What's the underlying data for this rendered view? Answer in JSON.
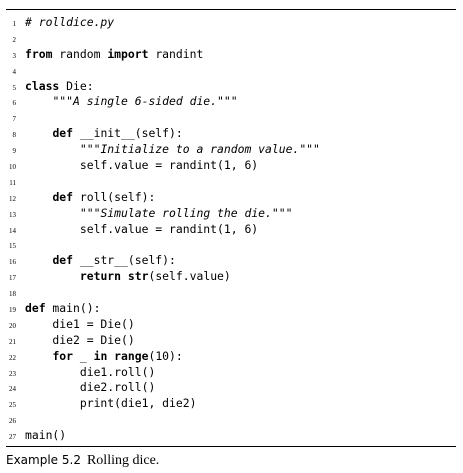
{
  "listing": {
    "lines": [
      {
        "n": "1",
        "segments": [
          {
            "s": "i",
            "t": "# rolldice.py"
          }
        ]
      },
      {
        "n": "2",
        "segments": []
      },
      {
        "n": "3",
        "segments": [
          {
            "s": "b",
            "t": "from"
          },
          {
            "s": "",
            "t": " random "
          },
          {
            "s": "b",
            "t": "import"
          },
          {
            "s": "",
            "t": " randint"
          }
        ]
      },
      {
        "n": "4",
        "segments": []
      },
      {
        "n": "5",
        "segments": [
          {
            "s": "b",
            "t": "class"
          },
          {
            "s": "",
            "t": " Die:"
          }
        ]
      },
      {
        "n": "6",
        "segments": [
          {
            "s": "",
            "t": "    "
          },
          {
            "s": "i",
            "t": "\"\"\"A single 6-sided die.\"\"\""
          }
        ]
      },
      {
        "n": "7",
        "segments": []
      },
      {
        "n": "8",
        "segments": [
          {
            "s": "",
            "t": "    "
          },
          {
            "s": "b",
            "t": "def"
          },
          {
            "s": "",
            "t": " __init__(self):"
          }
        ]
      },
      {
        "n": "9",
        "segments": [
          {
            "s": "",
            "t": "        "
          },
          {
            "s": "i",
            "t": "\"\"\"Initialize to a random value.\"\"\""
          }
        ]
      },
      {
        "n": "10",
        "segments": [
          {
            "s": "",
            "t": "        self.value = randint(1, 6)"
          }
        ]
      },
      {
        "n": "11",
        "segments": []
      },
      {
        "n": "12",
        "segments": [
          {
            "s": "",
            "t": "    "
          },
          {
            "s": "b",
            "t": "def"
          },
          {
            "s": "",
            "t": " roll(self):"
          }
        ]
      },
      {
        "n": "13",
        "segments": [
          {
            "s": "",
            "t": "        "
          },
          {
            "s": "i",
            "t": "\"\"\"Simulate rolling the die.\"\"\""
          }
        ]
      },
      {
        "n": "14",
        "segments": [
          {
            "s": "",
            "t": "        self.value = randint(1, 6)"
          }
        ]
      },
      {
        "n": "15",
        "segments": []
      },
      {
        "n": "16",
        "segments": [
          {
            "s": "",
            "t": "    "
          },
          {
            "s": "b",
            "t": "def"
          },
          {
            "s": "",
            "t": " __str__(self):"
          }
        ]
      },
      {
        "n": "17",
        "segments": [
          {
            "s": "",
            "t": "        "
          },
          {
            "s": "b",
            "t": "return"
          },
          {
            "s": "",
            "t": " "
          },
          {
            "s": "b",
            "t": "str"
          },
          {
            "s": "",
            "t": "(self.value)"
          }
        ]
      },
      {
        "n": "18",
        "segments": []
      },
      {
        "n": "19",
        "segments": [
          {
            "s": "b",
            "t": "def"
          },
          {
            "s": "",
            "t": " main():"
          }
        ]
      },
      {
        "n": "20",
        "segments": [
          {
            "s": "",
            "t": "    die1 = Die()"
          }
        ]
      },
      {
        "n": "21",
        "segments": [
          {
            "s": "",
            "t": "    die2 = Die()"
          }
        ]
      },
      {
        "n": "22",
        "segments": [
          {
            "s": "",
            "t": "    "
          },
          {
            "s": "b",
            "t": "for"
          },
          {
            "s": "",
            "t": " _ "
          },
          {
            "s": "b",
            "t": "in"
          },
          {
            "s": "",
            "t": " "
          },
          {
            "s": "b",
            "t": "range"
          },
          {
            "s": "",
            "t": "(10):"
          }
        ]
      },
      {
        "n": "23",
        "segments": [
          {
            "s": "",
            "t": "        die1.roll()"
          }
        ]
      },
      {
        "n": "24",
        "segments": [
          {
            "s": "",
            "t": "        die2.roll()"
          }
        ]
      },
      {
        "n": "25",
        "segments": [
          {
            "s": "",
            "t": "        print(die1, die2)"
          }
        ]
      },
      {
        "n": "26",
        "segments": []
      },
      {
        "n": "27",
        "segments": [
          {
            "s": "",
            "t": "main()"
          }
        ]
      }
    ]
  },
  "caption": {
    "label": "Example 5.2",
    "text": "Rolling dice."
  }
}
